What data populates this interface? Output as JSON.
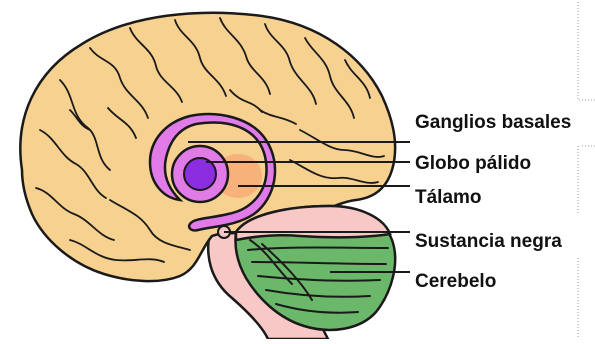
{
  "labels": {
    "ganglios_basales": "Ganglios basales",
    "globo_palido": "Globo pálido",
    "talamo": "Tálamo",
    "sustancia_negra": "Sustancia negra",
    "cerebelo": "Cerebelo"
  },
  "colors": {
    "cortex": "#f6d190",
    "outline": "#1a1a1a",
    "basal_ganglia": "#e07be8",
    "globus_pallidus": "#8a2ee0",
    "thalamus": "#f6b27a",
    "brainstem": "#f8c8c6",
    "cerebellum": "#6cb86a"
  }
}
